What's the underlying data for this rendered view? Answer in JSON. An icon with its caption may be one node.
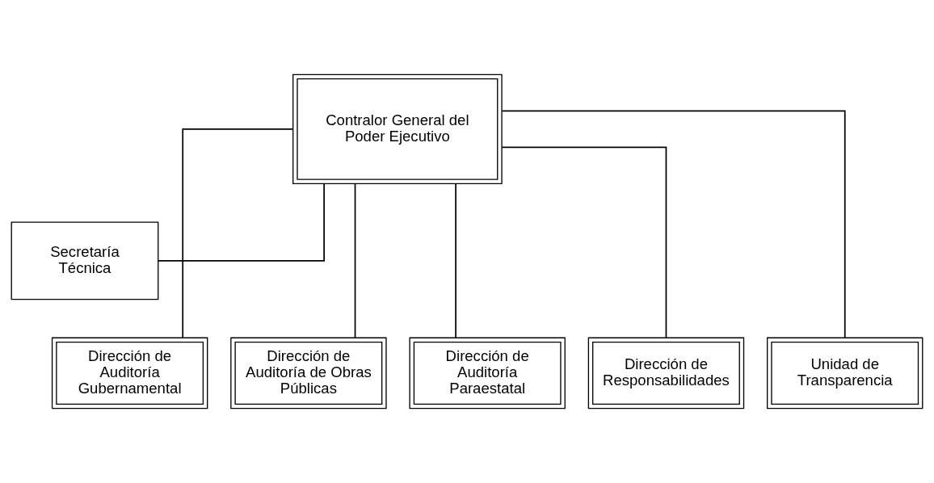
{
  "diagram": {
    "nodes": [
      {
        "text": [
          "Contralor General del Poder Ejecutivo"
        ]
      },
      {
        "text": [
          "Secretaría Técnica"
        ]
      },
      {
        "text": [
          "Dirección de Auditoría Gubernamental"
        ]
      },
      {
        "text": [
          "Dirección de Auditoría de Obras Públicas"
        ]
      },
      {
        "text": [
          "Dirección de Auditoría Paraestatal"
        ]
      },
      {
        "text": [
          "Dirección de Responsabilidades"
        ]
      },
      {
        "text": [
          "Unidad de Transparencia"
        ]
      }
    ],
    "edges": [
      {
        "from": 0,
        "to": 1,
        "arrow": "none"
      },
      {
        "from": 0,
        "to": 2,
        "arrow": "none"
      },
      {
        "from": 0,
        "to": 3,
        "arrow": "none"
      },
      {
        "from": 0,
        "to": 4,
        "arrow": "none"
      },
      {
        "from": 0,
        "to": 5,
        "arrow": "none"
      },
      {
        "from": 0,
        "to": 6,
        "arrow": "none"
      }
    ]
  }
}
